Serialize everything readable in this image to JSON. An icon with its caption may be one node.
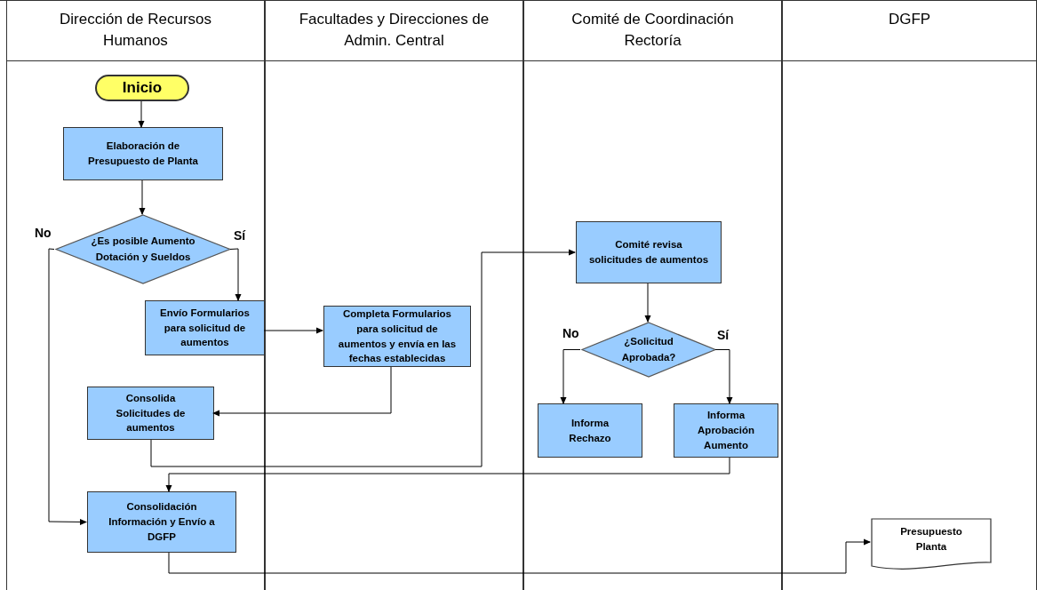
{
  "diagram": {
    "nodes": [
      {
        "text": [
          "Dirección de Recursos Humanos"
        ]
      },
      {
        "text": [
          "Facultades y Direcciones de Admin. Central"
        ]
      },
      {
        "text": [
          "Comité de Coordinación Rectoría"
        ]
      },
      {
        "text": [
          "DGFP"
        ]
      },
      {
        "text": [
          "Inicio"
        ],
        "in": 0
      },
      {
        "text": [
          "Elaboración de Presupuesto de Planta"
        ],
        "in": 0
      },
      {
        "text": [
          "¿Es posible Aumento Dotación y Sueldos"
        ],
        "in": 0
      },
      {
        "text": [
          "Envío Formularios para solicitud de aumentos"
        ],
        "in": 0
      },
      {
        "text": [
          "Completa Formularios para solicitud de aumentos  y envía en las fechas establecidas"
        ],
        "in": 1
      },
      {
        "text": [
          "Consolida Solicitudes de aumentos"
        ],
        "in": 0
      },
      {
        "text": [
          "Consolidación Información y Envío a DGFP"
        ],
        "in": 0
      },
      {
        "text": [
          "Comité revisa solicitudes de aumentos"
        ],
        "in": 2
      },
      {
        "text": [
          "¿Solicitud Aprobada?"
        ],
        "in": 2
      },
      {
        "text": [
          "Informa Rechazo"
        ],
        "in": 2
      },
      {
        "text": [
          "Informa Aprobación Aumento"
        ],
        "in": 2
      },
      {
        "text": [
          "Presupuesto Planta"
        ],
        "in": 3
      }
    ],
    "edges": [
      {
        "from": 4,
        "to": 5,
        "arrow": "to"
      },
      {
        "from": 5,
        "to": 6,
        "arrow": "to"
      },
      {
        "from": 6,
        "to": 10,
        "arrow": "to",
        "label": "No"
      },
      {
        "from": 6,
        "to": 7,
        "arrow": "to",
        "label": "Sí"
      },
      {
        "from": 7,
        "to": 8,
        "arrow": "to"
      },
      {
        "from": 8,
        "to": 9,
        "arrow": "to"
      },
      {
        "from": 9,
        "to": 11,
        "arrow": "to"
      },
      {
        "from": 11,
        "to": 12,
        "arrow": "to"
      },
      {
        "from": 12,
        "to": 13,
        "arrow": "to",
        "label": "No"
      },
      {
        "from": 12,
        "to": 14,
        "arrow": "to",
        "label": "Sí"
      },
      {
        "from": 14,
        "to": 10,
        "arrow": "to"
      },
      {
        "from": 10,
        "to": 15,
        "arrow": "to"
      }
    ]
  }
}
